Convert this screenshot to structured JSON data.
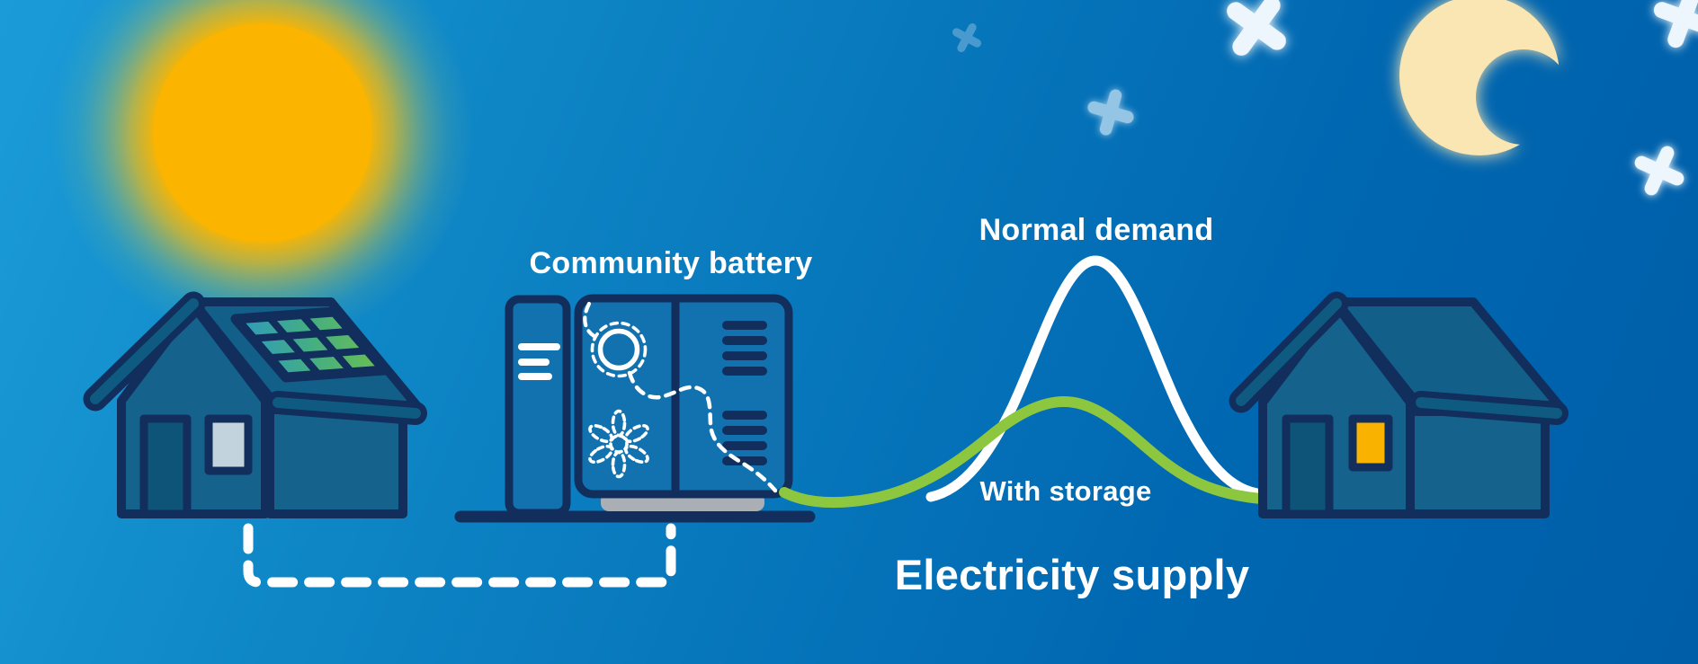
{
  "labels": {
    "community_battery": "Community battery",
    "normal_demand": "Normal demand",
    "with_storage": "With storage",
    "electricity_supply": "Electricity supply"
  },
  "curves": [
    {
      "name": "normal-demand",
      "label": "Normal demand",
      "color": "#FFFFFF"
    },
    {
      "name": "with-storage",
      "label": "With storage",
      "color": "#8DC63F"
    }
  ],
  "icons": [
    "sun-icon",
    "moon-icon",
    "star-icon",
    "house-with-solar-icon",
    "solar-panel-icon",
    "community-battery-icon",
    "house-icon"
  ],
  "colors": {
    "sky-top-left": "#1B9CD8",
    "sky-mid": "#0D84C4",
    "sky-deep": "#0067B1",
    "sky-bottom-right": "#005EA8",
    "navy": "#112E5C",
    "sun-core": "#FBB400",
    "moon-cream": "#F9E6B3",
    "star-faint-blue": "#7FB9DE",
    "star-light-blue": "#A5CFEA",
    "star-white": "#EDF6FC",
    "house-wall": "#15628D",
    "roof-plane": "#12608A",
    "roof-band": "#0E5A80",
    "door-teal": "#0D5478",
    "window-grey": "#C2D3DE",
    "window-amber": "#F9B200",
    "cabinet-blue": "#1172AF",
    "base-grey": "#A9AFB5",
    "curve-green": "#8DC63F",
    "curve-white": "#FFFFFF",
    "label-white": "#FFFFFF",
    "panel-cyan": "#2D9ABF",
    "panel-green": "#6FC24B"
  }
}
